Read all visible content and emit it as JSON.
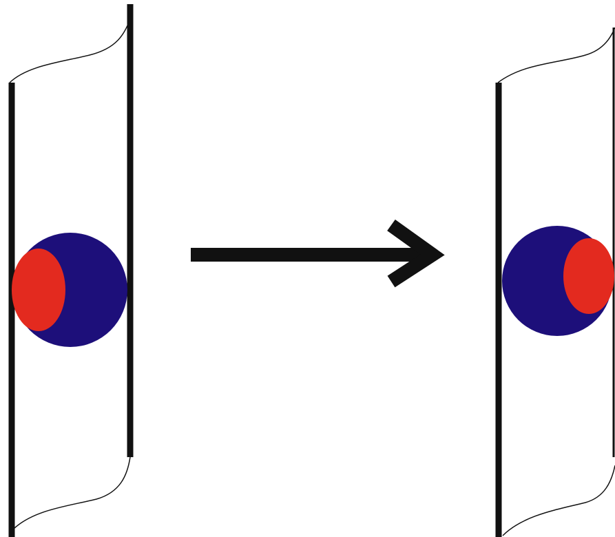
{
  "colors": {
    "background": "#ffffff",
    "line": "#111111",
    "sphere": "#1d0f7a",
    "cap": "#e32a1f"
  },
  "panels": [
    {
      "id": "before",
      "cap_side": "left"
    },
    {
      "id": "after",
      "cap_side": "right"
    }
  ],
  "arrow": {
    "direction": "right",
    "icon": "right-arrow-icon"
  }
}
